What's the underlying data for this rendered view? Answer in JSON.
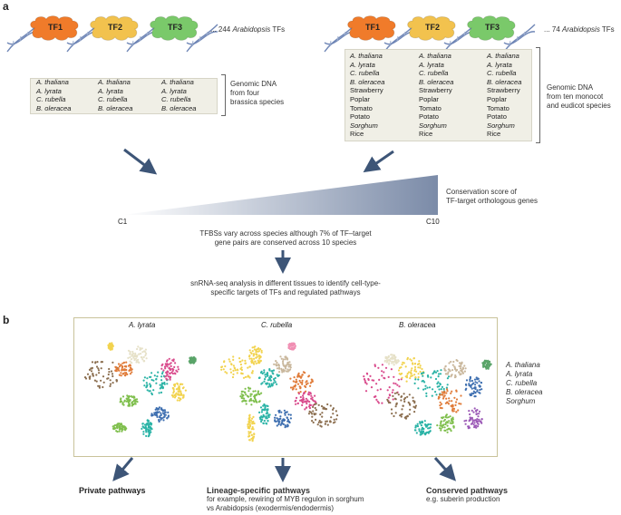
{
  "panel_a": {
    "label": "a",
    "left": {
      "tfs": [
        {
          "label": "TF1",
          "color": "#f07b2a"
        },
        {
          "label": "TF2",
          "color": "#f2c24e"
        },
        {
          "label": "TF3",
          "color": "#7ac96a"
        }
      ],
      "count_text_prefix": "... 244 ",
      "count_text_italic": "Arabidopsis",
      "count_text_suffix": " TFs",
      "species": [
        "A. thaliana",
        "A. lyrata",
        "C. rubella",
        "B. oleracea"
      ],
      "genomic_text": [
        "Genomic DNA",
        "from four",
        "brassica species"
      ]
    },
    "right": {
      "tfs": [
        {
          "label": "TF1",
          "color": "#f07b2a"
        },
        {
          "label": "TF2",
          "color": "#f2c24e"
        },
        {
          "label": "TF3",
          "color": "#7ac96a"
        }
      ],
      "count_text_prefix": "... 74 ",
      "count_text_italic": "Arabidopsis",
      "count_text_suffix": " TFs",
      "species": [
        "A. thaliana",
        "A. lyrata",
        "C. rubella",
        "B. oleracea",
        "Strawberry",
        "Poplar",
        "Tomato",
        "Potato",
        "Sorghum",
        "Rice"
      ],
      "italic_species": [
        "A. thaliana",
        "A. lyrata",
        "C. rubella",
        "B. oleracea",
        "Sorghum"
      ],
      "genomic_text": [
        "Genomic DNA",
        "from ten monocot",
        "and eudicot species"
      ]
    },
    "gradient": {
      "start_label": "C1",
      "end_label": "C10",
      "score_text": [
        "Conservation score of",
        "TF-target orthologous genes"
      ],
      "color_start": "#ffffff",
      "color_end": "#7b8ba8"
    },
    "tfbs_text": [
      "TFBSs vary across species although 7% of TF–target",
      "gene pairs are conserved across 10 species"
    ],
    "snrna_text": [
      "snRNA-seq analysis in different tissues to identify cell-type-",
      "specific targets of TFs and regulated pathways"
    ]
  },
  "panel_b": {
    "label": "b",
    "umap_titles": [
      "A. lyrata",
      "C. rubella",
      "B. oleracea"
    ],
    "side_species": [
      "A. thaliana",
      "A. lyrata",
      "C. rubella",
      "B. oleracea",
      "Sorghum"
    ],
    "outcomes": [
      {
        "title": "Private pathways",
        "text": []
      },
      {
        "title": "Lineage-specific pathways",
        "text": [
          "for example, rewiring of MYB regulon in sorghum",
          "vs Arabidopsis (exodermis/endodermis)"
        ]
      },
      {
        "title": "Conserved pathways",
        "text": [
          "e.g. suberin production"
        ]
      }
    ]
  },
  "colors": {
    "arrow": "#3d5577",
    "box_bg": "#f0efe6",
    "frame": "#c9c39a"
  }
}
